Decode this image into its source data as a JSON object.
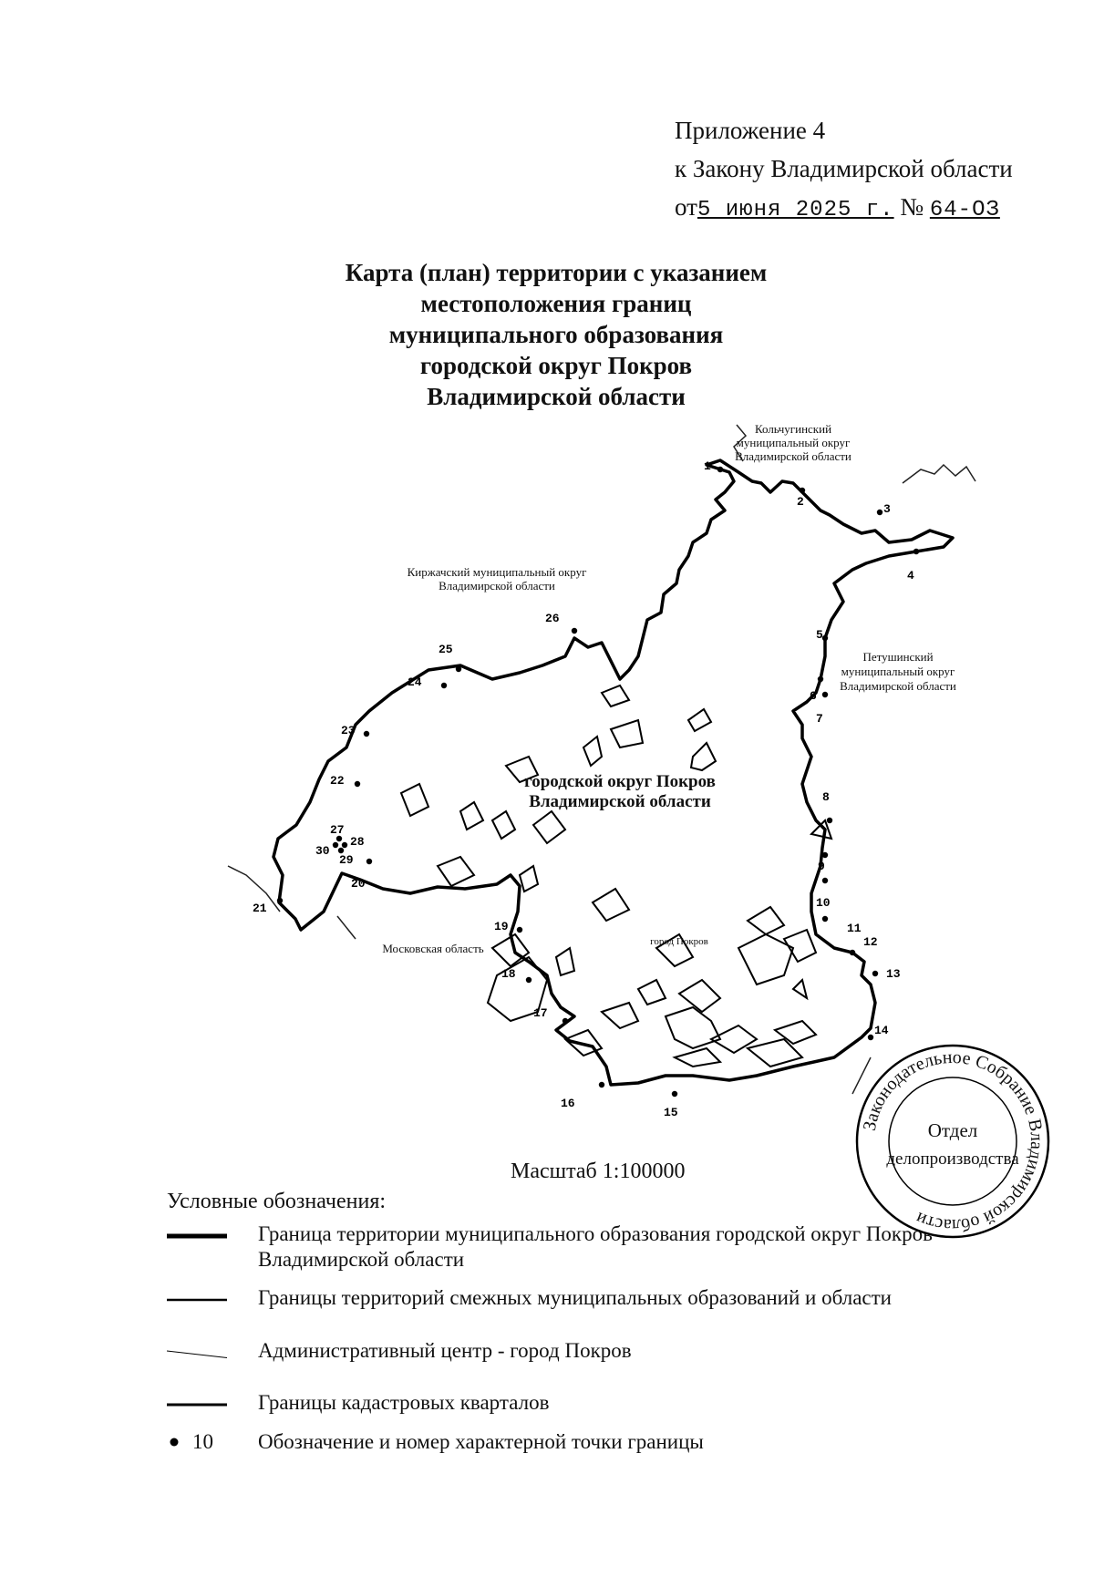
{
  "header": {
    "line1": "Приложение 4",
    "line2": "к Закону Владимирской области",
    "from_label": "от",
    "date": "5 июня 2025 г.",
    "number_label": "№",
    "number": "64-ОЗ"
  },
  "title": {
    "line1": "Карта (план) территории с указанием",
    "line2": "местоположения границ",
    "line3": "муниципального образования",
    "line4": "городской округ Покров",
    "line5": "Владимирской области"
  },
  "map": {
    "region_labels": {
      "kolchugino": [
        "Кольчугинский",
        "муниципальный округ",
        "Владимирской области"
      ],
      "kirzhach": [
        "Киржачский муниципальный округ",
        "Владимирской области"
      ],
      "petushki": [
        "Петушинский",
        "муниципальный округ",
        "Владимирской области"
      ],
      "moscow": "Московская область",
      "main": [
        "городской округ Покров",
        "Владимирской области"
      ],
      "city": "город Покров"
    },
    "points": [
      "1",
      "2",
      "3",
      "4",
      "5",
      "6",
      "7",
      "8",
      "9",
      "10",
      "11",
      "12",
      "13",
      "14",
      "15",
      "16",
      "17",
      "18",
      "19",
      "20",
      "21",
      "22",
      "23",
      "24",
      "25",
      "26",
      "27",
      "28",
      "29",
      "30"
    ]
  },
  "scale": "Масштаб 1:100000",
  "legend": {
    "title": "Условные обозначения:",
    "items": [
      {
        "text": "Граница территории муниципального образования городской округ Покров Владимирской области"
      },
      {
        "text": "Границы территорий смежных муниципальных образований и области"
      },
      {
        "text": "Административный центр - город Покров"
      },
      {
        "text": "Границы кадастровых кварталов"
      },
      {
        "symbol_text": "10",
        "text": "Обозначение и номер характерной точки границы"
      }
    ]
  },
  "stamp": {
    "ring_text": "Законодательное Собрание Владимирской области",
    "center_line1": "Отдел",
    "center_line2": "делопроизводства"
  }
}
